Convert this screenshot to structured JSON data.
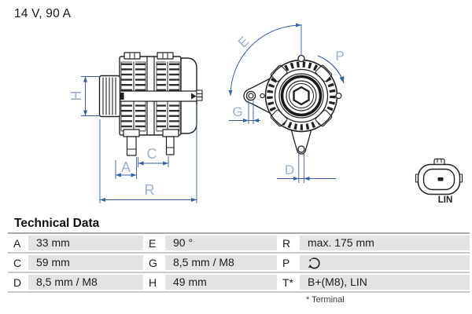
{
  "title": "14 V, 90 A",
  "diagram": {
    "dimension_labels": {
      "H": "H",
      "A": "A",
      "C": "C",
      "R": "R",
      "E": "E",
      "G": "G",
      "D": "D",
      "P": "P"
    },
    "connector_label": "LIN"
  },
  "table": {
    "heading": "Technical Data",
    "rows": [
      {
        "cells": [
          {
            "label": "A",
            "value": "33 mm"
          },
          {
            "label": "E",
            "value": "90 °"
          },
          {
            "label": "R",
            "value": "max. 175 mm"
          }
        ]
      },
      {
        "cells": [
          {
            "label": "C",
            "value": "59 mm"
          },
          {
            "label": "G",
            "value": "8,5 mm / M8"
          },
          {
            "label": "P",
            "value": "",
            "icon": "rotation-clockwise-icon"
          }
        ]
      },
      {
        "cells": [
          {
            "label": "D",
            "value": "8,5 mm / M8"
          },
          {
            "label": "H",
            "value": "49 mm"
          },
          {
            "label": "T*",
            "value": "B+(M8), LIN"
          }
        ]
      }
    ],
    "footnote": "* Terminal"
  },
  "colors": {
    "dimension_line": "#3a5fa7",
    "dimension_text": "#9cb0d3",
    "drawing_line": "#222222",
    "table_value_bg": "#e3e3e3"
  }
}
